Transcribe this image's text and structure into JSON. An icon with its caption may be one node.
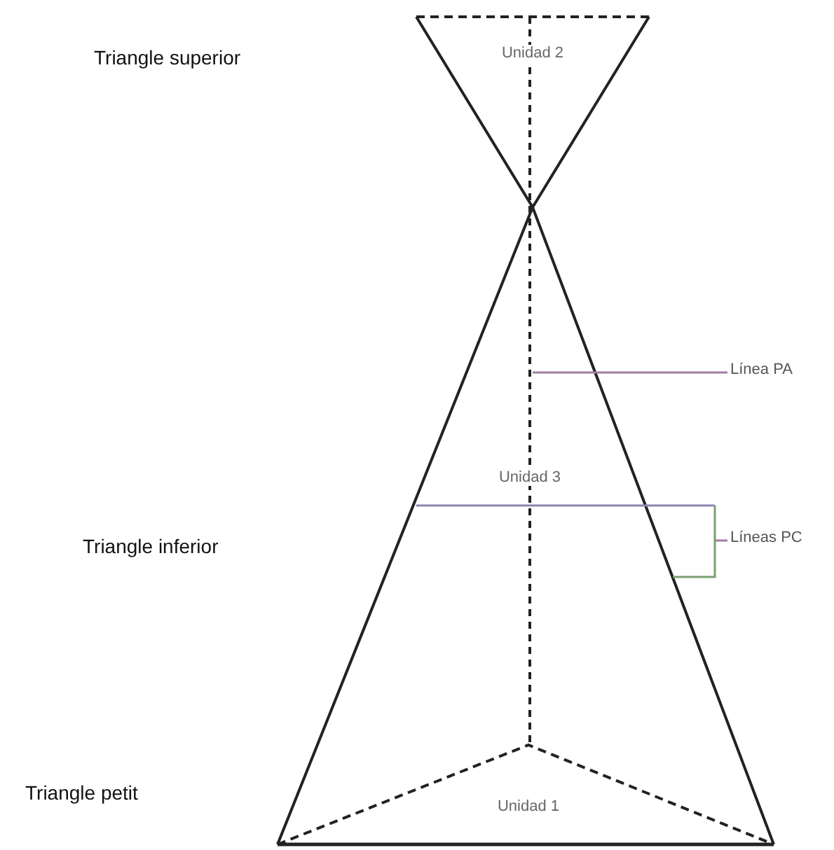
{
  "diagram": {
    "nodes": [
      {
        "text": [
          "Línea PA"
        ]
      },
      {
        "text": [
          "Líneas PC"
        ]
      }
    ],
    "edges": [
      {
        "from": 0,
        "to": null,
        "arrow": "none"
      },
      {
        "from": 1,
        "to": null,
        "arrow": "none"
      }
    ],
    "labels": [
      "Unidad 2",
      "Triangle superior",
      "Unidad 3",
      "Triangle inferior",
      "Unidad 1",
      "Triangle petit"
    ]
  }
}
